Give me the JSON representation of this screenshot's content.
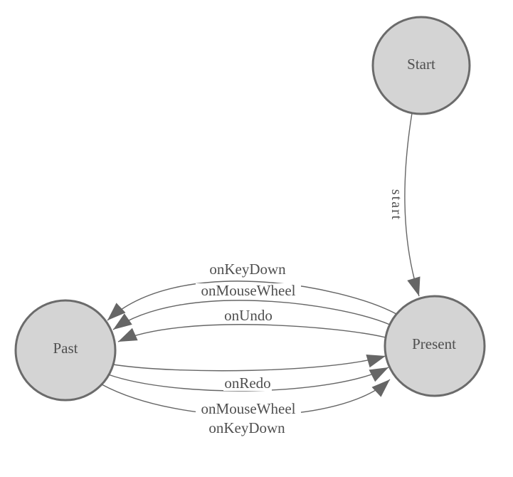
{
  "diagram": {
    "type": "state-machine",
    "nodes": [
      {
        "id": "start",
        "label": "Start"
      },
      {
        "id": "present",
        "label": "Present"
      },
      {
        "id": "past",
        "label": "Past"
      }
    ],
    "edges": [
      {
        "from": "Start",
        "to": "Present",
        "label": "start"
      },
      {
        "from": "Present",
        "to": "Past",
        "label": "onKeyDown"
      },
      {
        "from": "Present",
        "to": "Past",
        "label": "onMouseWheel"
      },
      {
        "from": "Present",
        "to": "Past",
        "label": "onUndo"
      },
      {
        "from": "Past",
        "to": "Present",
        "label": "onRedo"
      },
      {
        "from": "Past",
        "to": "Present",
        "label": "onMouseWheel"
      },
      {
        "from": "Past",
        "to": "Present",
        "label": "onKeyDown"
      }
    ],
    "colors": {
      "background": "#ffffff",
      "node_fill": "#d4d4d4",
      "node_stroke": "#6b6b6b",
      "edge_stroke": "#666666",
      "arrow_fill": "#666666",
      "label_text": "#4f4f4f"
    }
  }
}
